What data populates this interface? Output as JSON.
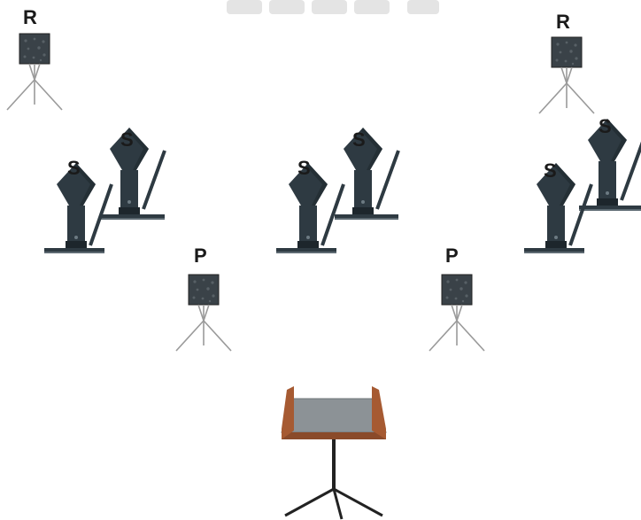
{
  "colors": {
    "plate": "#2e3a42",
    "plate_edge": "#1d262c",
    "target_face": "#3a4248",
    "stand": "#9a9a9a",
    "table_top": "#8c9296",
    "table_wood": "#8a4a2a",
    "table_stand": "#222222",
    "label": "#1a1a1a",
    "watermark": "#e4e4e4"
  },
  "labels": {
    "r_left": "R",
    "r_right": "R",
    "s_left_front": "S",
    "s_left_back": "S",
    "s_mid_front": "S",
    "s_mid_back": "S",
    "s_right_front": "S",
    "s_right_back": "S",
    "p_left": "P",
    "p_right": "P"
  },
  "icons": {
    "paper_target": "paper-target-icon",
    "steel_popper": "steel-popper-icon",
    "start_table": "start-table-icon"
  }
}
